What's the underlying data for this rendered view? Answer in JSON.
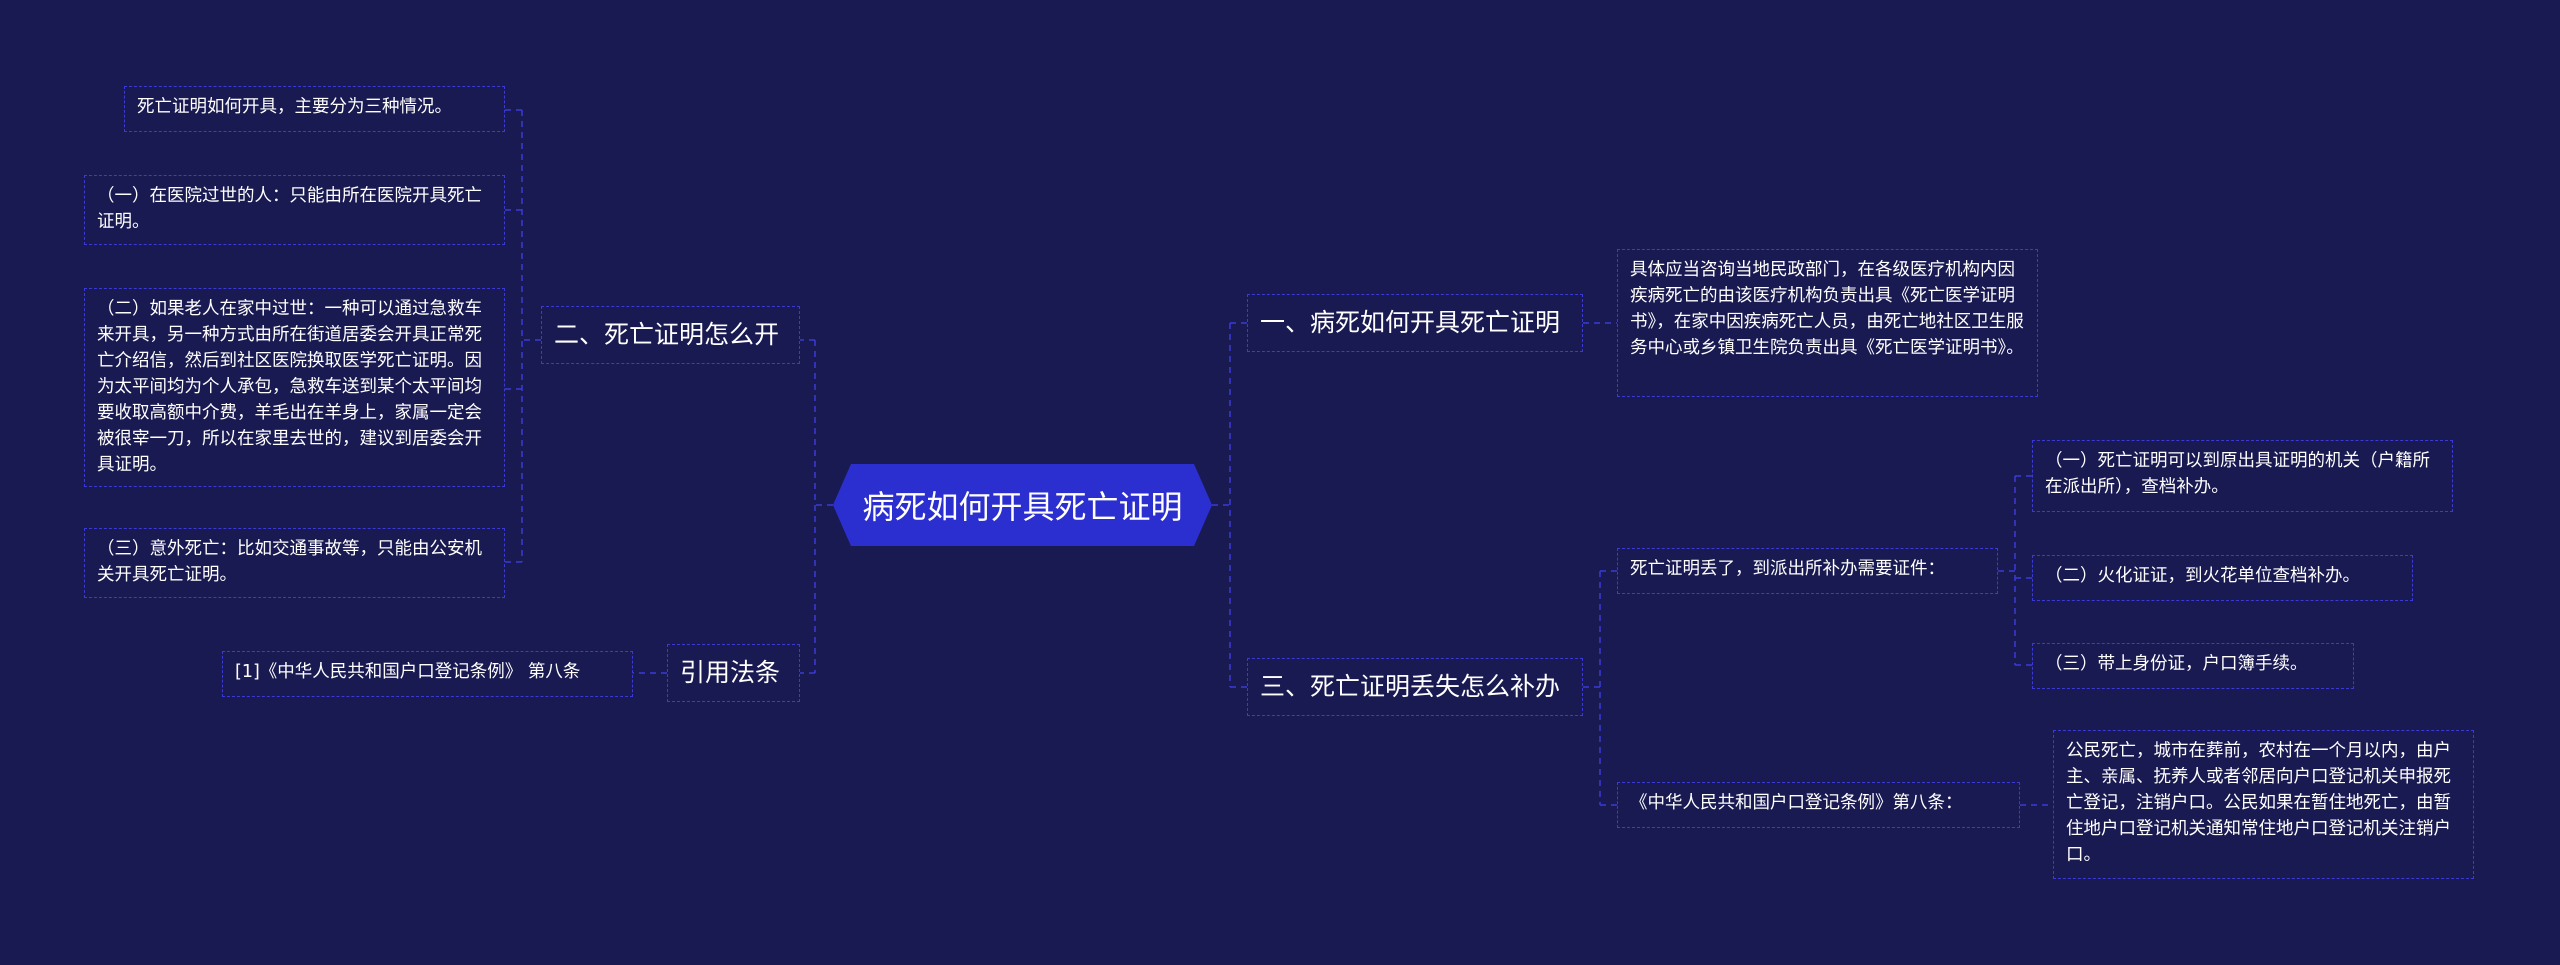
{
  "root": {
    "title": "病死如何开具死亡证明"
  },
  "left": {
    "branch_2": {
      "label": "二、死亡证明怎么开",
      "intro": "死亡证明如何开具，主要分为三种情况。",
      "item_1": "（一）在医院过世的人：只能由所在医院开具死亡证明。",
      "item_2": "（二）如果老人在家中过世：一种可以通过急救车来开具，另一种方式由所在街道居委会开具正常死亡介绍信，然后到社区医院换取医学死亡证明。因为太平间均为个人承包，急救车送到某个太平间均要收取高额中介费，羊毛出在羊身上，家属一定会被很宰一刀，所以在家里去世的，建议到居委会开具证明。",
      "item_3": "（三）意外死亡：比如交通事故等，只能由公安机关开具死亡证明。"
    },
    "citation": {
      "label": "引用法条",
      "item_1": "[1]《中华人民共和国户口登记条例》 第八条"
    }
  },
  "right": {
    "branch_1": {
      "label": "一、病死如何开具死亡证明",
      "detail": "具体应当咨询当地民政部门，在各级医疗机构内因疾病死亡的由该医疗机构负责出具《死亡医学证明书》，在家中因疾病死亡人员，由死亡地社区卫生服务中心或乡镇卫生院负责出具《死亡医学证明书》。"
    },
    "branch_3": {
      "label": "三、死亡证明丢失怎么补办",
      "sub_1": {
        "label": "死亡证明丢了，到派出所补办需要证件：",
        "item_1": "（一）死亡证明可以到原出具证明的机关（户籍所在派出所），查档补办。",
        "item_2": "（二）火化证证，到火花单位查档补办。",
        "item_3": "（三）带上身份证，户口簿手续。"
      },
      "sub_2": {
        "label": "《中华人民共和国户口登记条例》第八条：",
        "item_1": "公民死亡，城市在葬前，农村在一个月以内，由户主、亲属、抚养人或者邻居向户口登记机关申报死亡登记，注销户口。公民如果在暂住地死亡，由暂住地户口登记机关通知常住地户口登记机关注销户口。"
      }
    }
  },
  "colors": {
    "background": "#1a1a52",
    "root_fill": "#2c2fd0",
    "border": "#3a3ad6",
    "text": "#ffffff"
  }
}
